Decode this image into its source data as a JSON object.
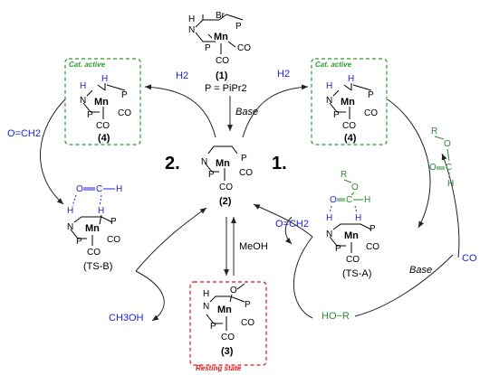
{
  "complex1": {
    "label": "(1)",
    "br": "Br",
    "h": "H",
    "n": "N",
    "p_top": "P",
    "p_bot": "P",
    "mn": "Mn",
    "co1": "CO",
    "co2": "CO"
  },
  "p_def": "P = PiPr2",
  "base": "Base",
  "complex2": {
    "label": "(2)",
    "n": "N",
    "p_top": "P",
    "p_bot": "P",
    "mn": "Mn",
    "co1": "CO",
    "co2": "CO"
  },
  "complex3": {
    "label": "(3)",
    "caption": "Resting state",
    "o": "O",
    "h": "H",
    "n": "N",
    "p_top": "P",
    "p_bot": "P",
    "mn": "Mn",
    "co1": "CO",
    "co2": "CO"
  },
  "complex4_left": {
    "label": "(4)",
    "caption": "Cat. active",
    "h1": "H",
    "h2": "H",
    "n": "N",
    "p_top": "P",
    "p_bot": "P",
    "mn": "Mn",
    "co1": "CO",
    "co2": "CO"
  },
  "complex4_right": {
    "label": "(4)",
    "caption": "Cat. active",
    "h1": "H",
    "h2": "H",
    "n": "N",
    "p_top": "P",
    "p_bot": "P",
    "mn": "Mn",
    "co1": "CO",
    "co2": "CO"
  },
  "ts_b": {
    "label": "(TS-B)",
    "o": "O",
    "c": "C",
    "h_c": "H",
    "h_n": "H",
    "h_mn": "H",
    "n": "N",
    "p_top": "P",
    "p_bot": "P",
    "mn": "Mn",
    "co1": "CO",
    "co2": "CO"
  },
  "ts_a": {
    "label": "(TS-A)",
    "r": "R",
    "o1": "O",
    "o2": "O",
    "c": "C",
    "h_c": "H",
    "h_n": "H",
    "h_mn": "H",
    "n": "N",
    "p_top": "P",
    "p_bot": "P",
    "mn": "Mn",
    "co1": "CO",
    "co2": "CO"
  },
  "formate": {
    "r": "R",
    "o1": "O",
    "o2": "O",
    "c": "C",
    "h": "H"
  },
  "species": {
    "h2_left": "H2",
    "h2_right": "H2",
    "ch2o_left": "O=CH2",
    "ch2o_mid": "O=CH2",
    "methanol": "CH3OH",
    "meoh": "MeOH",
    "hor": "HO−R",
    "co_right": "CO",
    "base_right": "Base"
  },
  "steps": {
    "one": "1.",
    "two": "2."
  }
}
